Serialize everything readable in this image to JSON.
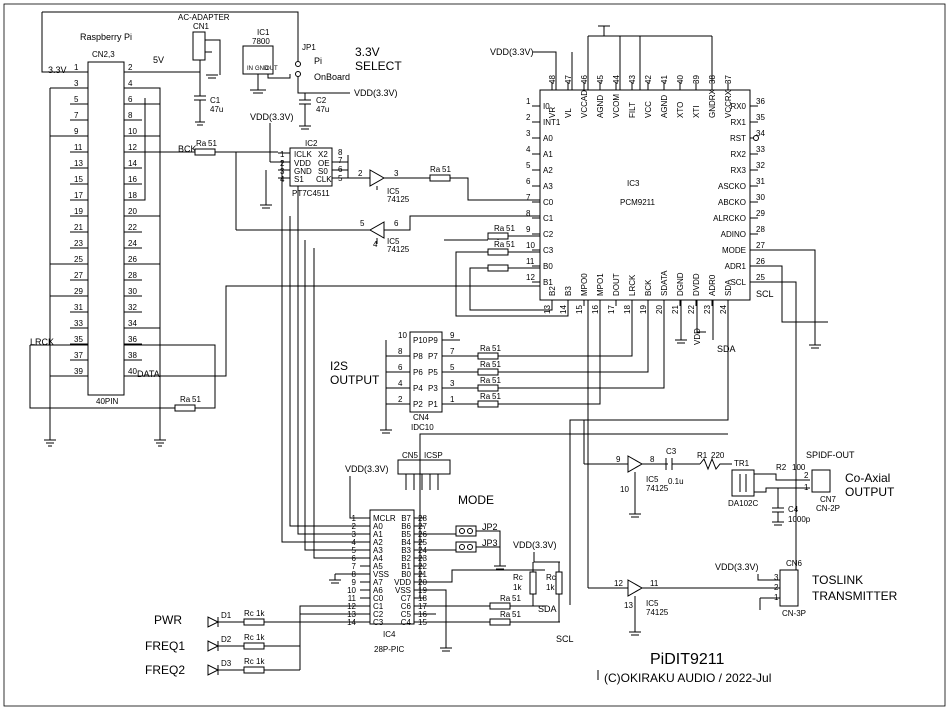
{
  "labels": {
    "rpi": "Raspberry Pi",
    "cn23": "CN2,3",
    "pin40": "40PIN",
    "v33_left": "3.3V",
    "v5": "5V",
    "bck": "BCK",
    "lrck": "LRCK",
    "data": "DATA",
    "ac_adapter": "AC-ADAPTER",
    "cn1": "CN1",
    "ic1": "IC1",
    "reg7800": "7800",
    "reg_in": "IN",
    "reg_gnd": "GND",
    "reg_out": "OUT",
    "jp1": "JP1",
    "pi": "Pi",
    "onboard": "OnBoard",
    "select_v": "3.3V",
    "select": "SELECT",
    "vdd33": "VDD(3.3V)",
    "c1": "C1",
    "c1v": "47u",
    "c2": "C2",
    "c2v": "47u",
    "ic2": "IC2",
    "ic2_part": "PT7C4511",
    "ic2_iclk": "ICLK",
    "ic2_vdd": "VDD",
    "ic2_gnd": "GND",
    "ic2_s1": "S1",
    "ic2_x2": "X2",
    "ic2_oe": "OE",
    "ic2_s0": "S0",
    "ic2_clk": "CLK",
    "ic5": "IC5",
    "p74125": "74125",
    "ra": "Ra",
    "r51": "51",
    "ic3": "IC3",
    "ic3_part": "PCM9211",
    "cn4": "CN4",
    "idc10": "IDC10",
    "i2s": "I2S",
    "output": "OUTPUT",
    "cn5": "CN5",
    "icsp": "ICSP",
    "mode": "MODE",
    "jp2": "JP2",
    "jp3": "JP3",
    "ic4": "IC4",
    "pic": "28P-PIC",
    "rc": "Rc",
    "k1": "1k",
    "d1": "D1",
    "d2": "D2",
    "d3": "D3",
    "pwr": "PWR",
    "freq1": "FREQ1",
    "freq2": "FREQ2",
    "sda": "SDA",
    "scl": "SCL",
    "c3": "C3",
    "c3v": "0.1u",
    "r1": "R1",
    "r1v": "220",
    "tr1": "TR1",
    "tr1_part": "DA102C",
    "r2": "R2",
    "r2v": "100",
    "c4": "C4",
    "c4v": "1000p",
    "spdif": "SPIDF-OUT",
    "coax1": "Co-Axial",
    "coax2": "OUTPUT",
    "cn7": "CN7",
    "cn7p": "CN-2P",
    "cn6": "CN6",
    "cn6p": "CN-3P",
    "toslink1": "TOSLINK",
    "toslink2": "TRANSMITTER",
    "title": "PiDIT9211",
    "copyright": "(C)OKIRAKU AUDIO / 2022-Jul",
    "vdd_pin": "VDD"
  },
  "pins": {
    "rpi_left": [
      "1",
      "3",
      "5",
      "7",
      "9",
      "11",
      "13",
      "15",
      "17",
      "19",
      "21",
      "23",
      "25",
      "27",
      "29",
      "31",
      "33",
      "35",
      "37",
      "39"
    ],
    "rpi_right": [
      "2",
      "4",
      "6",
      "8",
      "10",
      "12",
      "14",
      "16",
      "18",
      "20",
      "22",
      "24",
      "26",
      "28",
      "30",
      "32",
      "34",
      "36",
      "38",
      "40"
    ],
    "ic3_top_names": [
      "VR",
      "VL",
      "VCCAD",
      "AGND",
      "VCOM",
      "FILT",
      "VCC",
      "AGND",
      "XTO",
      "XTI",
      "GNDRX",
      "VCCRX"
    ],
    "ic3_top_nums": [
      "48",
      "47",
      "46",
      "45",
      "44",
      "43",
      "42",
      "41",
      "40",
      "39",
      "38",
      "37"
    ],
    "ic3_left_names": [
      "I0",
      "INT1",
      "A0",
      "A1",
      "A2",
      "A3",
      "C0",
      "C1",
      "C2",
      "C3",
      "B0",
      "B1"
    ],
    "ic3_left_nums": [
      "1",
      "2",
      "3",
      "4",
      "5",
      "6",
      "7",
      "8",
      "9",
      "10",
      "11",
      "12"
    ],
    "ic3_right_names": [
      "RX0",
      "RX1",
      "RST",
      "RX2",
      "RX3",
      "ASCKO",
      "ABCKO",
      "ALRCKO",
      "ADINO",
      "MODE",
      "ADR1",
      "SCL"
    ],
    "ic3_right_nums": [
      "36",
      "35",
      "34",
      "33",
      "32",
      "31",
      "30",
      "29",
      "28",
      "27",
      "26",
      "25"
    ],
    "ic3_bot_names": [
      "B2",
      "B3",
      "MPO0",
      "MPO1",
      "DOUT",
      "LRCK",
      "BCK",
      "SDATA",
      "DGND",
      "DVDD",
      "ADR0",
      "SDA"
    ],
    "ic3_bot_nums": [
      "13",
      "14",
      "15",
      "16",
      "17",
      "18",
      "19",
      "20",
      "21",
      "22",
      "23",
      "24"
    ],
    "ic4_left_names": [
      "MCLR",
      "A0",
      "A1",
      "A2",
      "A3",
      "A4",
      "A5",
      "VSS",
      "A7",
      "A6",
      "C0",
      "C1",
      "C2",
      "C3"
    ],
    "ic4_left_nums": [
      "1",
      "2",
      "3",
      "4",
      "5",
      "6",
      "7",
      "8",
      "9",
      "10",
      "11",
      "12",
      "13",
      "14"
    ],
    "ic4_right_names": [
      "B7",
      "B6",
      "B5",
      "B4",
      "B3",
      "B2",
      "B1",
      "B0",
      "VDD",
      "VSS",
      "C7",
      "C6",
      "C5",
      "C4"
    ],
    "ic4_right_nums": [
      "28",
      "27",
      "26",
      "25",
      "24",
      "23",
      "22",
      "21",
      "20",
      "19",
      "18",
      "17",
      "16",
      "15"
    ],
    "cn4_left": [
      "10",
      "8",
      "6",
      "4",
      "2"
    ],
    "cn4_left_names": [
      "P10",
      "P8",
      "P6",
      "P4",
      "P2"
    ],
    "cn4_right_names": [
      "P9",
      "P7",
      "P5",
      "P3",
      "P1"
    ],
    "cn4_right": [
      "9",
      "7",
      "5",
      "3",
      "1"
    ]
  }
}
